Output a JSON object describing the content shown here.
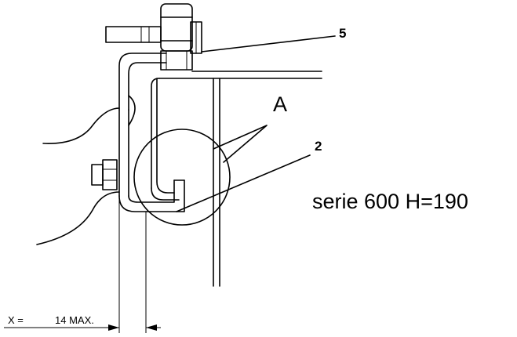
{
  "labels": {
    "callout_5": "5",
    "callout_2": "2",
    "detail_letter": "A",
    "series_note": "serie 600 H=190"
  },
  "dimension": {
    "x_label": "X =",
    "x_value": "14 MAX."
  }
}
